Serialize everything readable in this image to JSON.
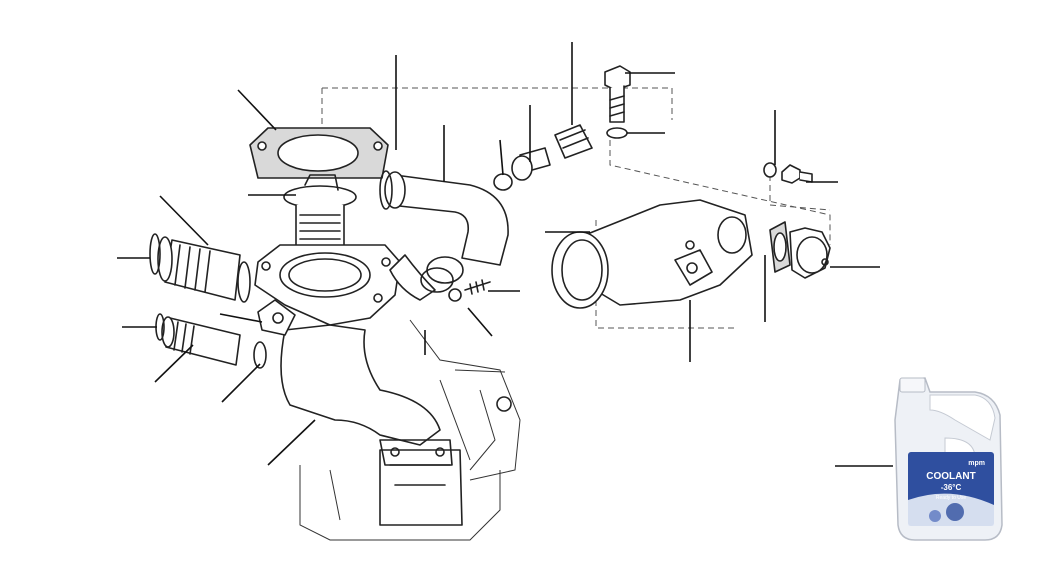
{
  "product": {
    "brand": "mpm",
    "name": "COOLANT",
    "grade": "-36°C",
    "tagline": "Ready to Use"
  },
  "colors": {
    "line": "#222222",
    "jug_body": "#eef1f6",
    "jug_label": "#2f4f9f",
    "jug_accent": "#e8edf7"
  }
}
